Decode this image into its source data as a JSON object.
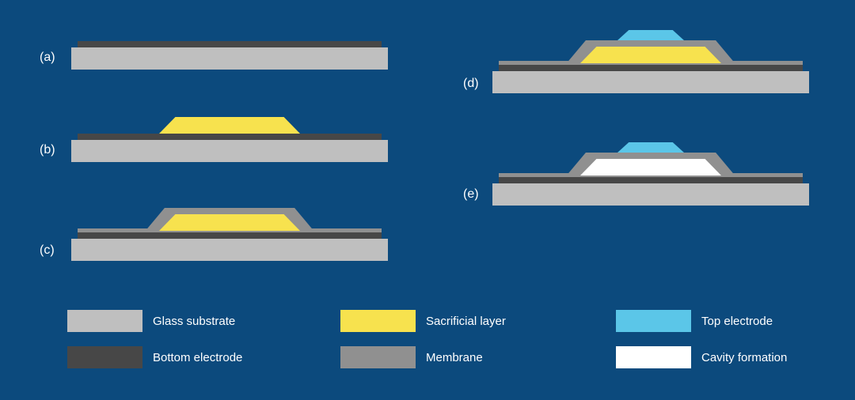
{
  "figure": {
    "panels": [
      {
        "id": "a",
        "label": "(a)",
        "layers": [
          "glass_substrate",
          "bottom_electrode"
        ]
      },
      {
        "id": "b",
        "label": "(b)",
        "layers": [
          "glass_substrate",
          "bottom_electrode",
          "sacrificial_layer"
        ]
      },
      {
        "id": "c",
        "label": "(c)",
        "layers": [
          "glass_substrate",
          "bottom_electrode",
          "sacrificial_layer",
          "membrane"
        ]
      },
      {
        "id": "d",
        "label": "(d)",
        "layers": [
          "glass_substrate",
          "bottom_electrode",
          "sacrificial_layer",
          "membrane",
          "top_electrode"
        ]
      },
      {
        "id": "e",
        "label": "(e)",
        "layers": [
          "glass_substrate",
          "bottom_electrode",
          "cavity",
          "membrane",
          "top_electrode"
        ]
      }
    ]
  },
  "legend": {
    "items": [
      {
        "label": "Glass substrate",
        "color_key": "substrate"
      },
      {
        "label": "Bottom electrode",
        "color_key": "bottom_electrode"
      },
      {
        "label": "Sacrificial layer",
        "color_key": "sacrificial"
      },
      {
        "label": "Membrane",
        "color_key": "membrane"
      },
      {
        "label": "Top electrode",
        "color_key": "top_electrode"
      },
      {
        "label": "Cavity formation",
        "color_key": "cavity"
      }
    ]
  },
  "colors": {
    "background": "#0c4a7d",
    "substrate": "#bfbfbf",
    "bottom_electrode": "#474747",
    "sacrificial": "#f7e24e",
    "membrane": "#909090",
    "top_electrode": "#5bc6e8",
    "cavity": "#ffffff",
    "text": "#ffffff"
  }
}
